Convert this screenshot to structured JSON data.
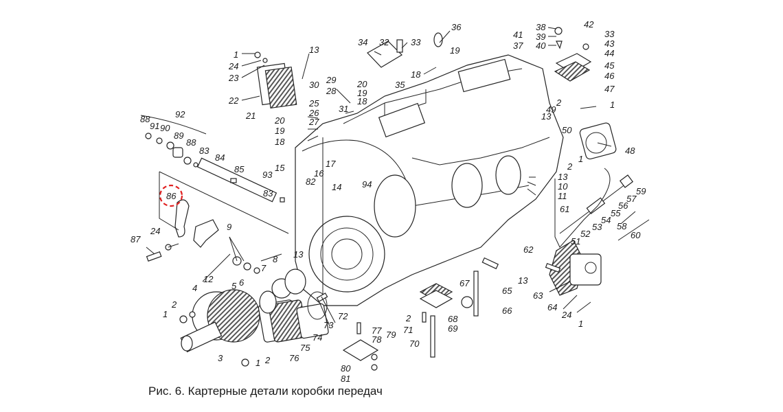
{
  "figure": {
    "caption": "Рис. 6. Картерные детали коробки передач",
    "highlighted_part": "86",
    "highlight_color": "#e02020"
  },
  "labels": {
    "p1a": "1",
    "p24a": "24",
    "p23": "23",
    "p22": "22",
    "p21": "21",
    "p13a": "13",
    "p30": "30",
    "p29": "29",
    "p28": "28",
    "p31": "31",
    "p25": "25",
    "p26": "26",
    "p27": "27",
    "p20a": "20",
    "p19a": "19",
    "p18a": "18",
    "p20b": "20",
    "p19b": "19",
    "p18b": "18",
    "p34": "34",
    "p32": "32",
    "p33a": "33",
    "p36": "36",
    "p19c": "19",
    "p18c": "18",
    "p35": "35",
    "p41": "41",
    "p37": "37",
    "p38": "38",
    "p39": "39",
    "p40": "40",
    "p42": "42",
    "p33b": "33",
    "p43": "43",
    "p44": "44",
    "p45": "45",
    "p46": "46",
    "p47": "47",
    "p1b": "1",
    "p2a": "2",
    "p49": "49",
    "p13b": "13",
    "p50": "50",
    "p48": "48",
    "p1c": "1",
    "p2b": "2",
    "p13c": "13",
    "p10": "10",
    "p11": "11",
    "p59": "59",
    "p57": "57",
    "p56": "56",
    "p55": "55",
    "p54": "54",
    "p53": "53",
    "p52": "52",
    "p51": "51",
    "p61": "61",
    "p58": "58",
    "p60": "60",
    "p62": "62",
    "p63": "63",
    "p64": "64",
    "p24b": "24",
    "p1d": "1",
    "p92": "92",
    "p88a": "88",
    "p91": "91",
    "p90": "90",
    "p89": "89",
    "p88b": "88",
    "p83a": "83",
    "p84": "84",
    "p85": "85",
    "p93": "93",
    "p83b": "83",
    "p86": "86",
    "p87": "87",
    "p24c": "24",
    "p9": "9",
    "p15": "15",
    "p17": "17",
    "p16": "16",
    "p14": "14",
    "p82": "82",
    "p94": "94",
    "p8": "8",
    "p13d": "13",
    "p7": "7",
    "p6": "6",
    "p5": "5",
    "p12": "12",
    "p4": "4",
    "p2c": "2",
    "p1e": "1",
    "p3": "3",
    "p1f": "1",
    "p2d": "2",
    "p76": "76",
    "p75": "75",
    "p74": "74",
    "p73": "73",
    "p72": "72",
    "p77": "77",
    "p78": "78",
    "p79": "79",
    "p80": "80",
    "p81": "81",
    "p2e": "2",
    "p71": "71",
    "p70": "70",
    "p67": "67",
    "p68": "68",
    "p69": "69",
    "p66": "66",
    "p65": "65",
    "p13e": "13"
  }
}
